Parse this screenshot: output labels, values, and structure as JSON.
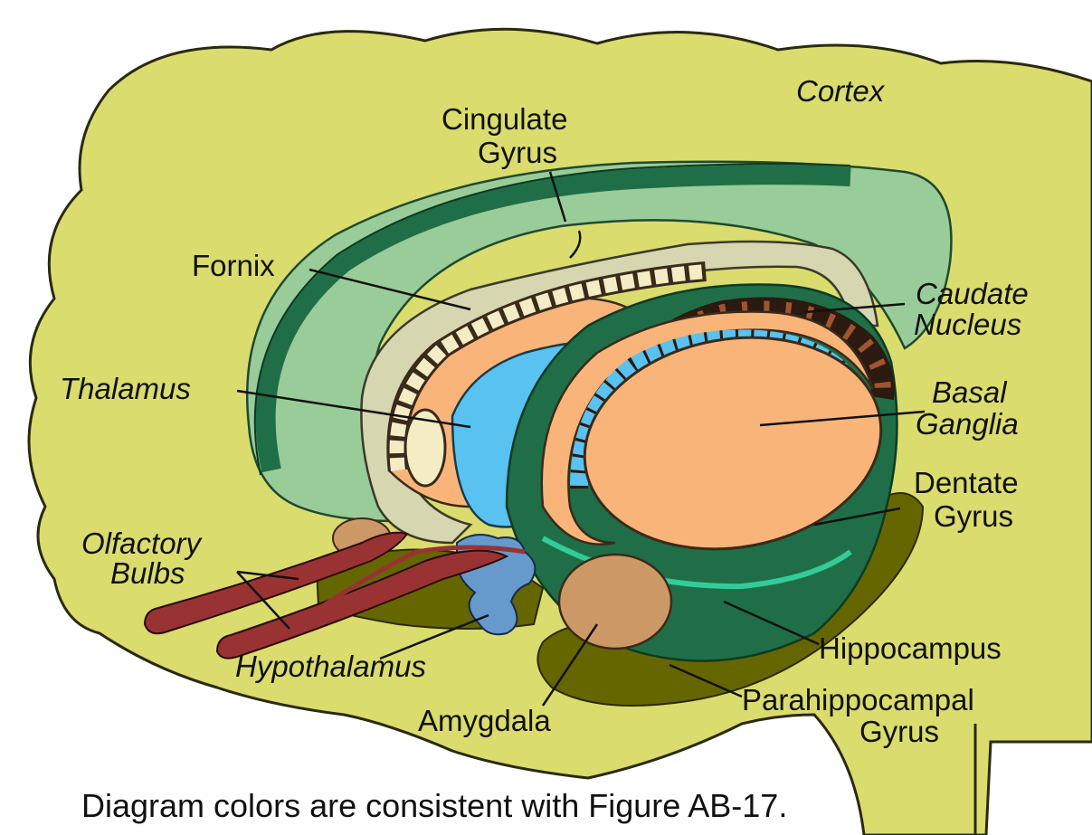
{
  "labels": {
    "cortex": "Cortex",
    "cingulate_1": "Cingulate",
    "cingulate_2": "Gyrus",
    "fornix": "Fornix",
    "caudate_1": "Caudate",
    "caudate_2": "Nucleus",
    "thalamus": "Thalamus",
    "basal_1": "Basal",
    "basal_2": "Ganglia",
    "dentate_1": "Dentate",
    "dentate_2": "Gyrus",
    "olfactory_1": "Olfactory",
    "olfactory_2": "Bulbs",
    "hypothalamus": "Hypothalamus",
    "hippocampus": "Hippocampus",
    "parahippocampal_1": "Parahippocampal",
    "parahippocampal_2": "Gyrus",
    "amygdala": "Amygdala"
  },
  "caption": "Diagram colors are consistent with Figure AB-17.",
  "colors": {
    "cortex": "#dadc6e",
    "cingulate": "#99cc99",
    "dark_green": "#1f6e47",
    "fornix": "#d6d6b0",
    "orange": "#f9b47a",
    "blue": "#59c2f0",
    "hypothalamus": "#6699cc",
    "amygdala": "#cc9966",
    "olive": "#666600",
    "olfactory": "#993333"
  }
}
